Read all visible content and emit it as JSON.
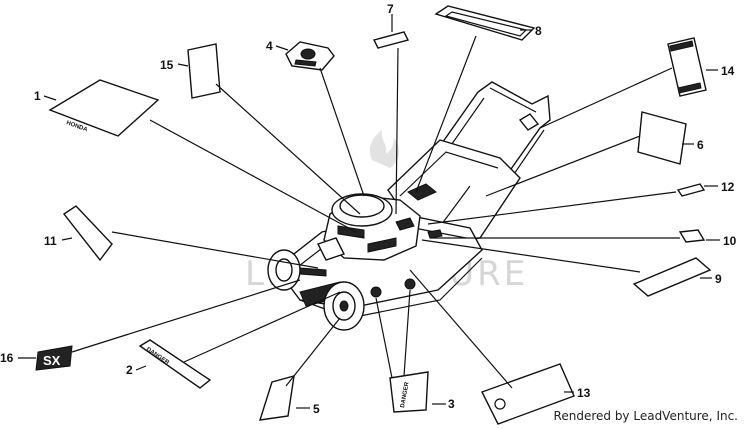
{
  "watermark": "LEADVENTURE",
  "credit": "Rendered by LeadVenture, Inc.",
  "callouts": [
    "1",
    "2",
    "3",
    "4",
    "5",
    "6",
    "7",
    "8",
    "9",
    "10",
    "11",
    "12",
    "13",
    "14",
    "15",
    "16"
  ],
  "decal_text": {
    "danger_2": "DANGER",
    "danger_3": "DANGER",
    "badge_16": "SX",
    "decal_1": "HONDA"
  }
}
